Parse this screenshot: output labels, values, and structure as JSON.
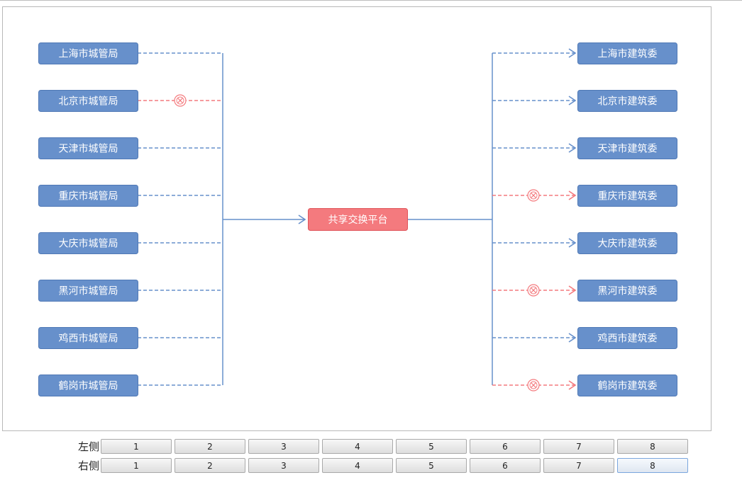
{
  "diagram": {
    "center": {
      "label": "共享交换平台"
    },
    "left_nodes": [
      {
        "label": "上海市城管局",
        "status": "ok"
      },
      {
        "label": "北京市城管局",
        "status": "broken"
      },
      {
        "label": "天津市城管局",
        "status": "ok"
      },
      {
        "label": "重庆市城管局",
        "status": "ok"
      },
      {
        "label": "大庆市城管局",
        "status": "ok"
      },
      {
        "label": "黑河市城管局",
        "status": "ok"
      },
      {
        "label": "鸡西市城管局",
        "status": "ok"
      },
      {
        "label": "鹤岗市城管局",
        "status": "ok"
      }
    ],
    "right_nodes": [
      {
        "label": "上海市建筑委",
        "status": "ok"
      },
      {
        "label": "北京市建筑委",
        "status": "ok"
      },
      {
        "label": "天津市建筑委",
        "status": "ok"
      },
      {
        "label": "重庆市建筑委",
        "status": "broken"
      },
      {
        "label": "大庆市建筑委",
        "status": "ok"
      },
      {
        "label": "黑河市建筑委",
        "status": "broken"
      },
      {
        "label": "鸡西市建筑委",
        "status": "ok"
      },
      {
        "label": "鹤岗市建筑委",
        "status": "broken"
      }
    ],
    "colors": {
      "node_fill": "#6790cb",
      "node_border": "#4f78b5",
      "center_fill": "#f47a7e",
      "center_border": "#e05359",
      "link_ok": "#6790cb",
      "link_broken": "#f47a7e",
      "text": "#ffffff"
    },
    "broken_icon": "broken-link-x-icon"
  },
  "controls": {
    "left": {
      "label": "左侧",
      "buttons": [
        "1",
        "2",
        "3",
        "4",
        "5",
        "6",
        "7",
        "8"
      ]
    },
    "right": {
      "label": "右侧",
      "buttons": [
        "1",
        "2",
        "3",
        "4",
        "5",
        "6",
        "7",
        "8"
      ],
      "focused_index": 7
    }
  }
}
